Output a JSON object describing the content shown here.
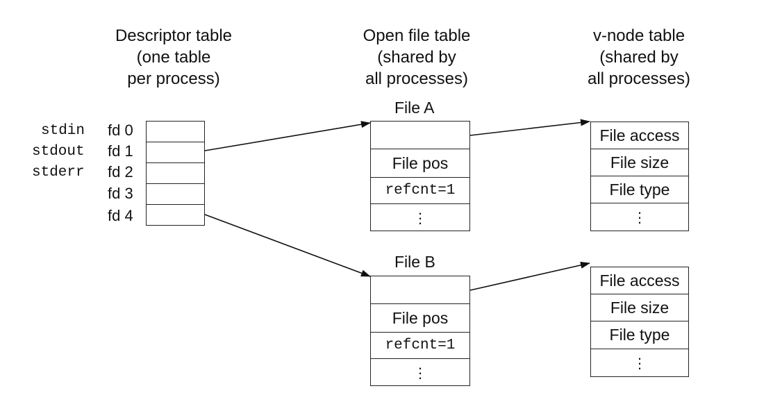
{
  "headings": {
    "descriptor": [
      "Descriptor table",
      "(one table",
      "per process)"
    ],
    "open_file": [
      "Open file table",
      "(shared by",
      "all processes)"
    ],
    "vnode": [
      "v-node table",
      "(shared by",
      "all processes)"
    ]
  },
  "descriptor_table": {
    "stream_labels": [
      "stdin",
      "stdout",
      "stderr"
    ],
    "fd_labels": [
      "fd 0",
      "fd 1",
      "fd 2",
      "fd 3",
      "fd 4"
    ]
  },
  "open_files": [
    {
      "title": "File A",
      "pos_label": "File pos",
      "refcnt_label": "refcnt=1"
    },
    {
      "title": "File B",
      "pos_label": "File pos",
      "refcnt_label": "refcnt=1"
    }
  ],
  "vnodes": [
    {
      "access_label": "File access",
      "size_label": "File size",
      "type_label": "File type"
    },
    {
      "access_label": "File access",
      "size_label": "File size",
      "type_label": "File type"
    }
  ]
}
